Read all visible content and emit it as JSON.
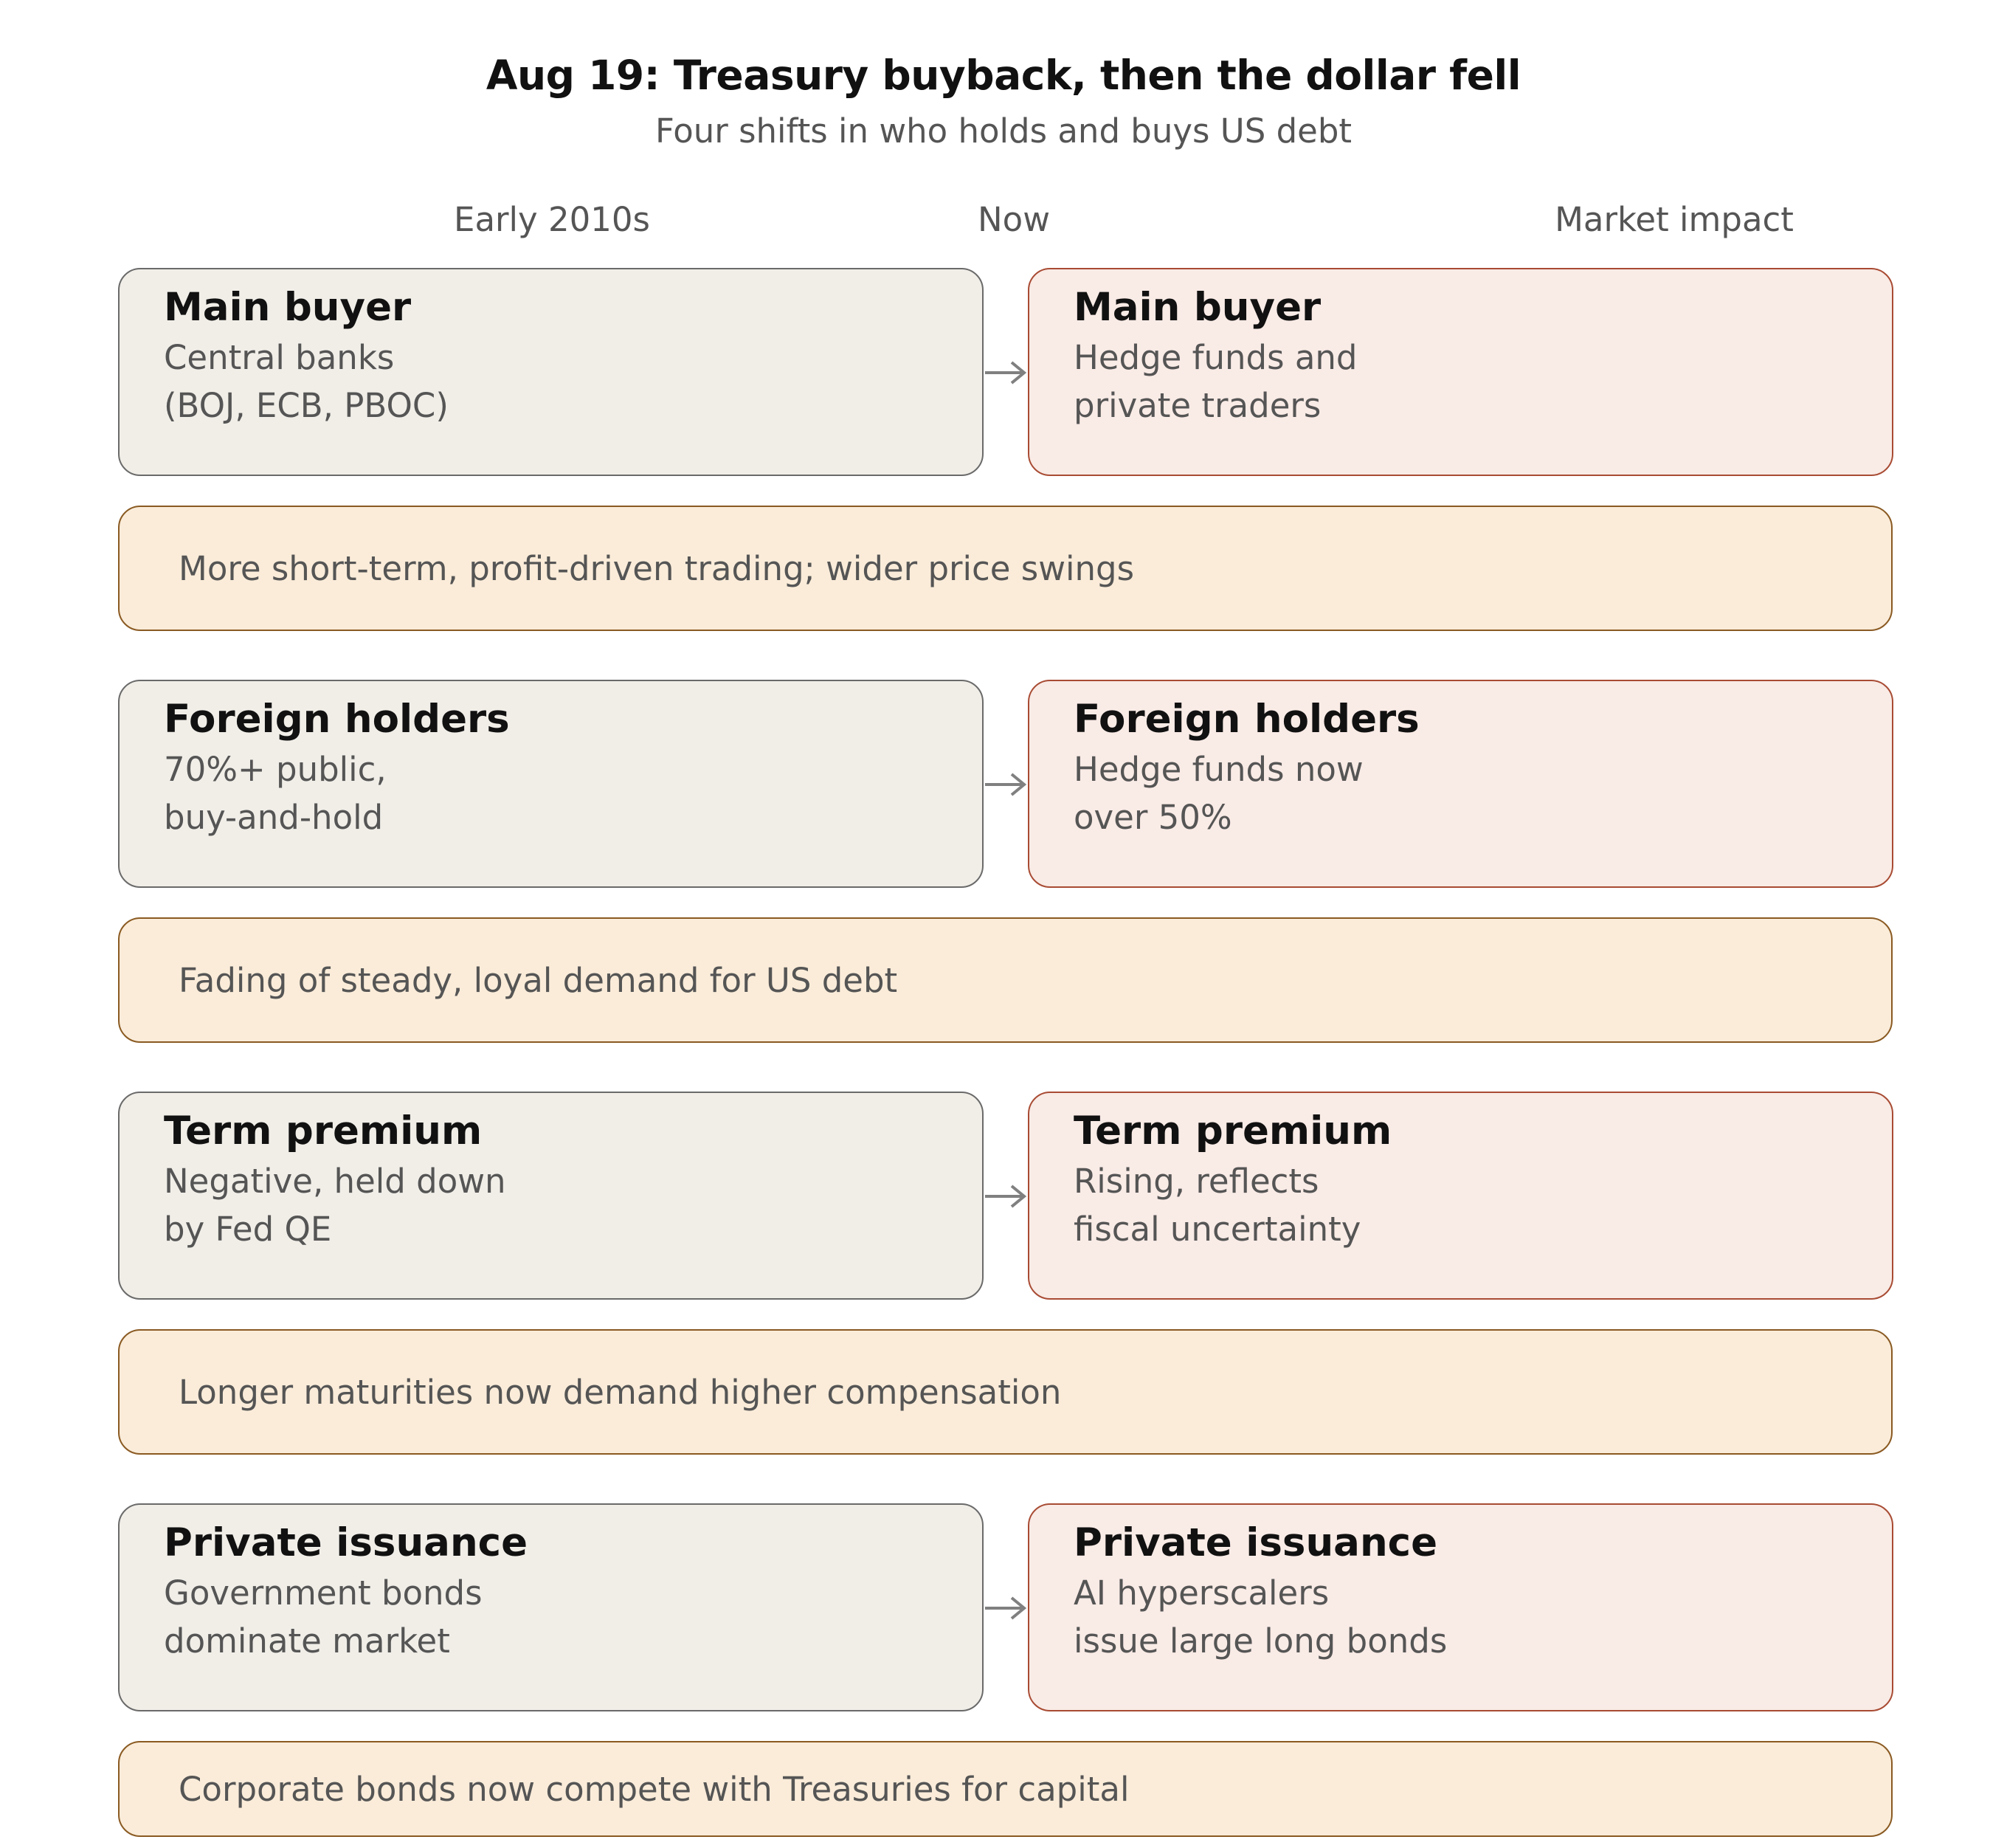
{
  "title": "Aug 19: Treasury buyback, then the dollar fell",
  "subtitle": "Four shifts in who holds and buys US debt",
  "columns": {
    "early": "Early 2010s",
    "now": "Now",
    "impact": "Market impact"
  },
  "rows": [
    {
      "before": {
        "title": "Main buyer",
        "line1": "Central banks",
        "line2": "(BOJ, ECB, PBOC)"
      },
      "after": {
        "title": "Main buyer",
        "line1": "Hedge funds and",
        "line2": "private traders"
      },
      "impact": "More short-term, profit-driven trading; wider price swings"
    },
    {
      "before": {
        "title": "Foreign holders",
        "line1": "70%+ public,",
        "line2": "buy-and-hold"
      },
      "after": {
        "title": "Foreign holders",
        "line1": "Hedge funds now",
        "line2": "over 50%"
      },
      "impact": "Fading of steady, loyal demand for US debt"
    },
    {
      "before": {
        "title": "Term premium",
        "line1": "Negative, held down",
        "line2": "by Fed QE"
      },
      "after": {
        "title": "Term premium",
        "line1": "Rising, reflects",
        "line2": "fiscal uncertainty"
      },
      "impact": "Longer maturities now demand higher compensation"
    },
    {
      "before": {
        "title": "Private issuance",
        "line1": "Government bonds",
        "line2": "dominate market"
      },
      "after": {
        "title": "Private issuance",
        "line1": "AI hyperscalers",
        "line2": "issue large long bonds"
      },
      "impact": "Corporate bonds now compete with Treasuries for capital"
    }
  ],
  "colors": {
    "before_fill": "#f1eee8",
    "before_border": "#6a6a6a",
    "after_fill": "#f9ebe6",
    "after_border": "#a84b33",
    "impact_fill": "#faecd9",
    "impact_border": "#8a5a22",
    "arrow": "#808080"
  }
}
